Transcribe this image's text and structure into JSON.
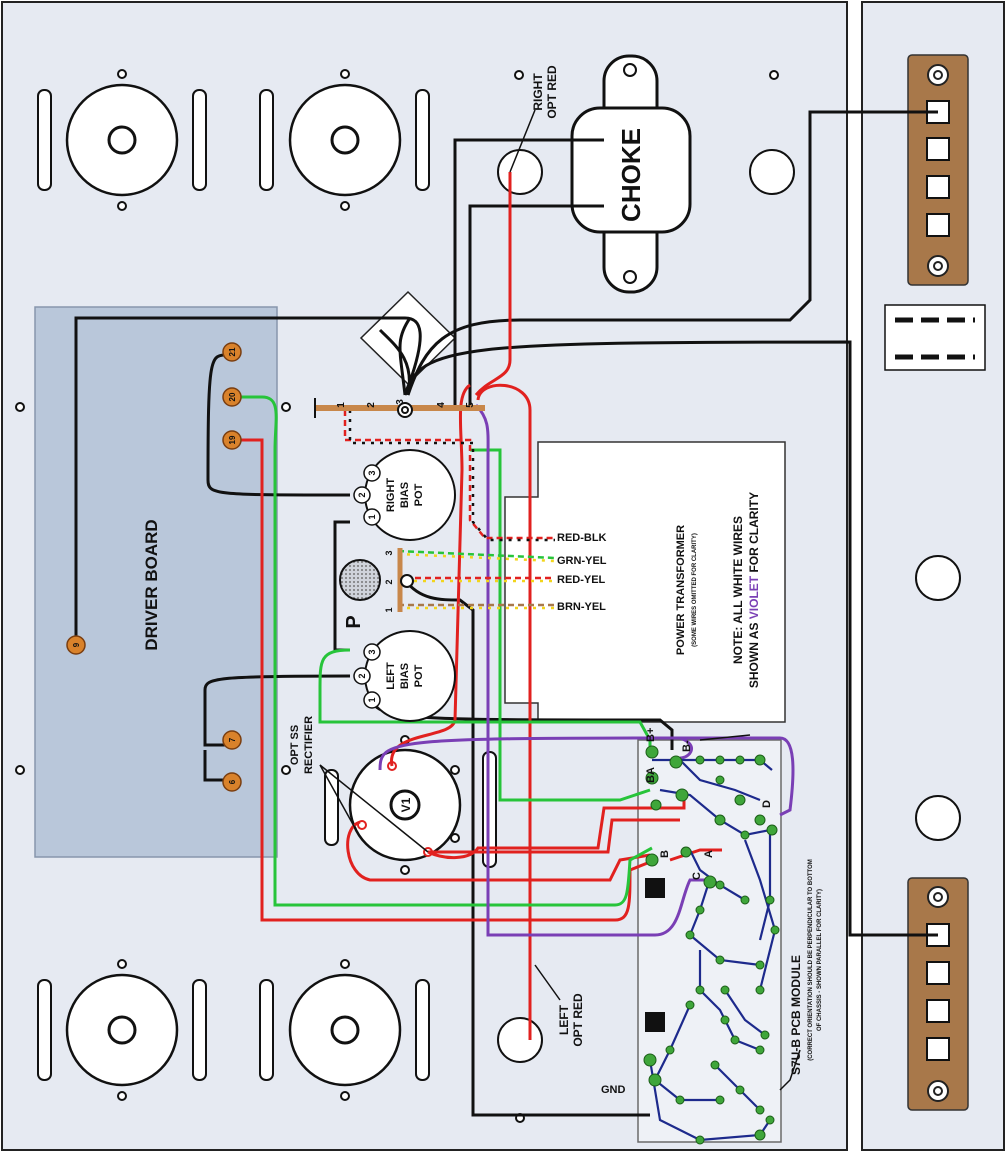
{
  "labels": {
    "choke": "CHOKE",
    "right_opt_red_1": "RIGHT",
    "right_opt_red_2": "OPT RED",
    "left_opt_red_1": "LEFT",
    "left_opt_red_2": "OPT RED",
    "driver_board": "DRIVER BOARD",
    "right_bias_1": "RIGHT",
    "right_bias_2": "BIAS",
    "right_bias_3": "POT",
    "left_bias_1": "LEFT",
    "left_bias_2": "BIAS",
    "left_bias_3": "POT",
    "pt_title": "POWER TRANSFORMER",
    "pt_sub": "(SOME WIRES OMITTED FOR CLARITY)",
    "note_1": "NOTE: ALL WHITE WIRES",
    "note_2a": "SHOWN AS ",
    "note_2b": "VIOLET",
    "note_2c": " FOR CLARITY",
    "red_blk": "RED-BLK",
    "grn_yel": "GRN-YEL",
    "red_yel": "RED-YEL",
    "brn_yel": "BRN-YEL",
    "opt_ss_1": "OPT SS",
    "opt_ss_2": "RECTIFIER",
    "v1": "V1",
    "pcb_title": "S7U-B PCB MODULE",
    "pcb_sub1": "(CORRECT ORIENTATION SHOULD BE PERPENDICULAR TO BOTTOM",
    "pcb_sub2": "OF CHASSIS - SHOWN PARALLEL FOR CLARITY)",
    "gnd": "GND",
    "b_plus": "B+",
    "b_minus": "B-",
    "ba": "BA",
    "b": "B",
    "c": "C",
    "a": "A",
    "d": "D",
    "p": "P"
  },
  "driver_pins": [
    "21",
    "20",
    "19",
    "9",
    "7",
    "6"
  ],
  "terminal_strip": [
    "1",
    "2",
    "3",
    "4",
    "5"
  ],
  "pot_pins": [
    "1",
    "2",
    "3"
  ],
  "pot_p_pins": [
    "1",
    "2",
    "3"
  ],
  "colors": {
    "chassis": "#e6eaf2",
    "driver_board": "#b9c7da",
    "pcb": "#eef1f6",
    "wire_red": "#e1211f",
    "wire_green": "#27c43a",
    "wire_violet": "#7a3fb5",
    "wire_black": "#111111",
    "wire_yellow": "#f2d51c",
    "terminal_block": "#a8784a",
    "driver_pin": "#d9822b",
    "pcb_trace": "#1d2a8c",
    "pcb_pad": "#3fa63a"
  }
}
